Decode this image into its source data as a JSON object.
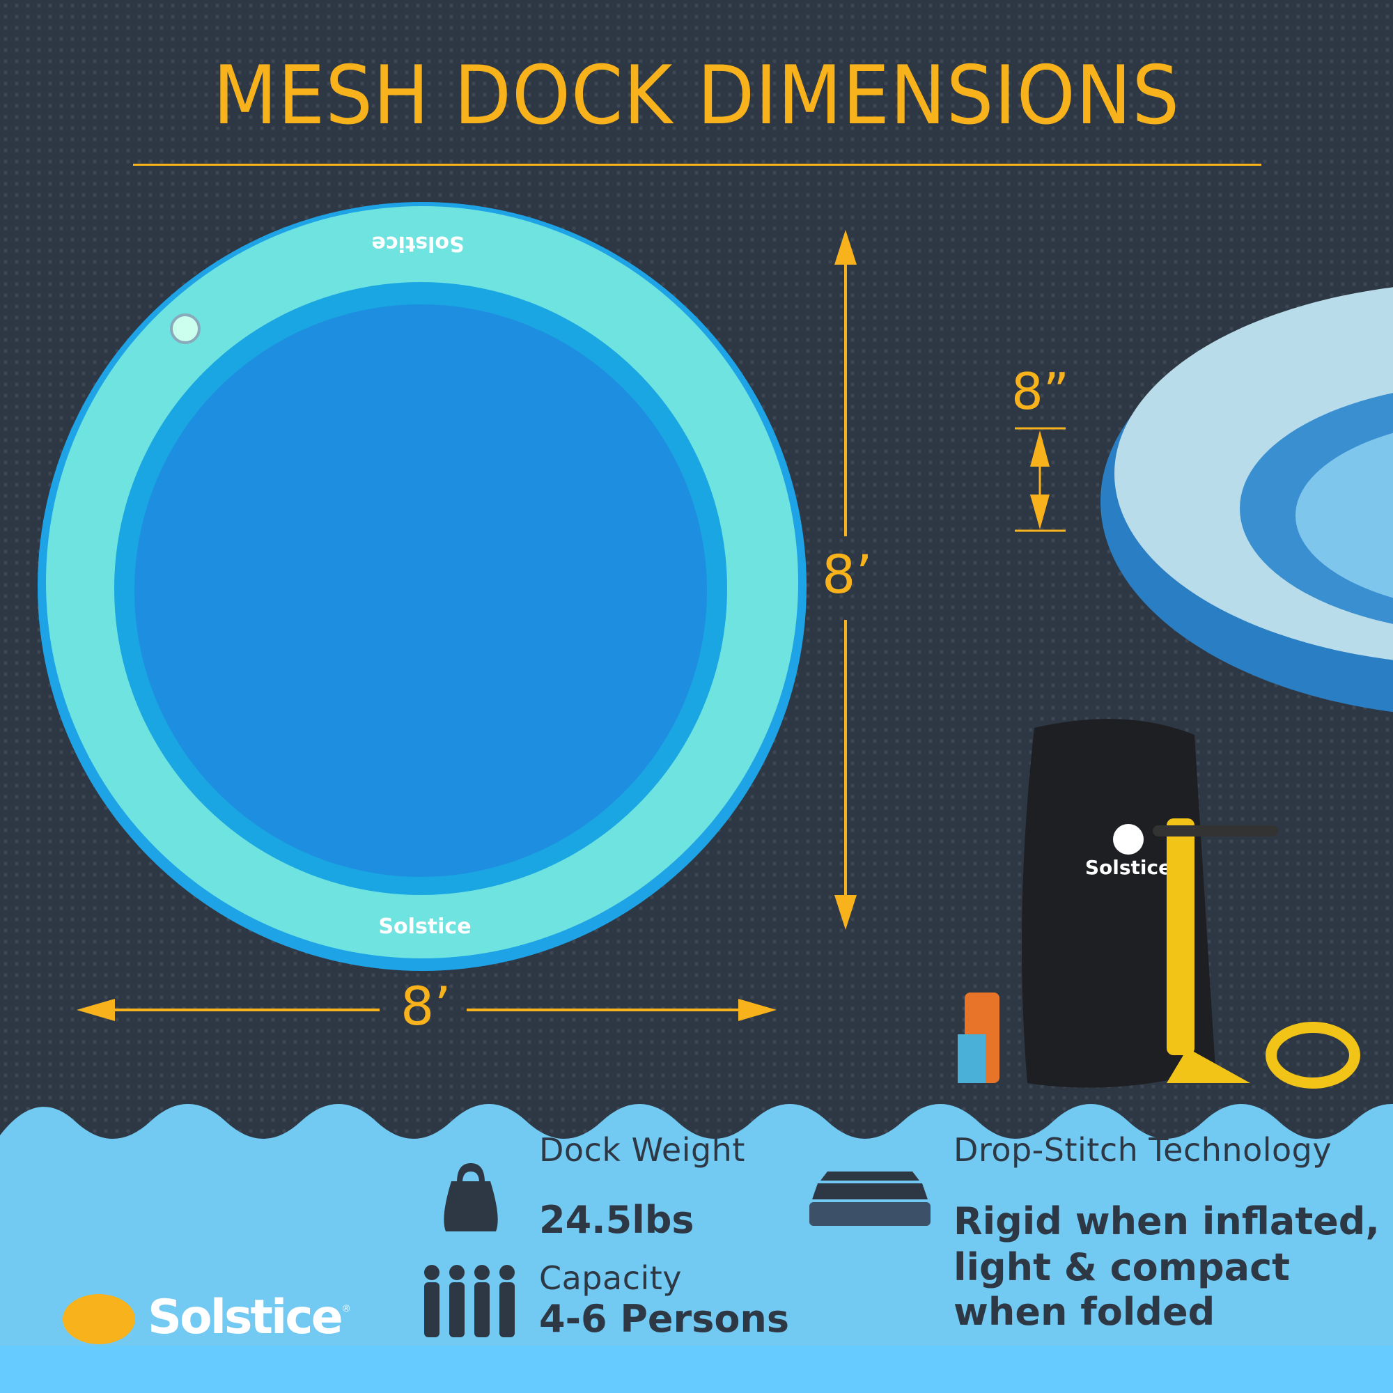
{
  "title": "MESH DOCK DIMENSIONS",
  "dimensions": {
    "width": "8’",
    "length": "8’",
    "height": "8”"
  },
  "product_logo_text": "Solstice",
  "specs": {
    "weight": {
      "label": "Dock Weight",
      "value": "24.5lbs"
    },
    "capacity": {
      "label": "Capacity",
      "value": "4-6 Persons"
    },
    "technology": {
      "label": "Drop-Stitch Technology",
      "lines": [
        "Rigid when inflated,",
        "light & compact",
        "when folded"
      ]
    }
  },
  "brand": {
    "name": "Solstice",
    "registered": "®"
  },
  "colors": {
    "accent": "#f8b21c",
    "background": "#2e3844",
    "water": "#72c9f2",
    "ring": "#6ee0de",
    "mesh": "#1e8fe0"
  }
}
